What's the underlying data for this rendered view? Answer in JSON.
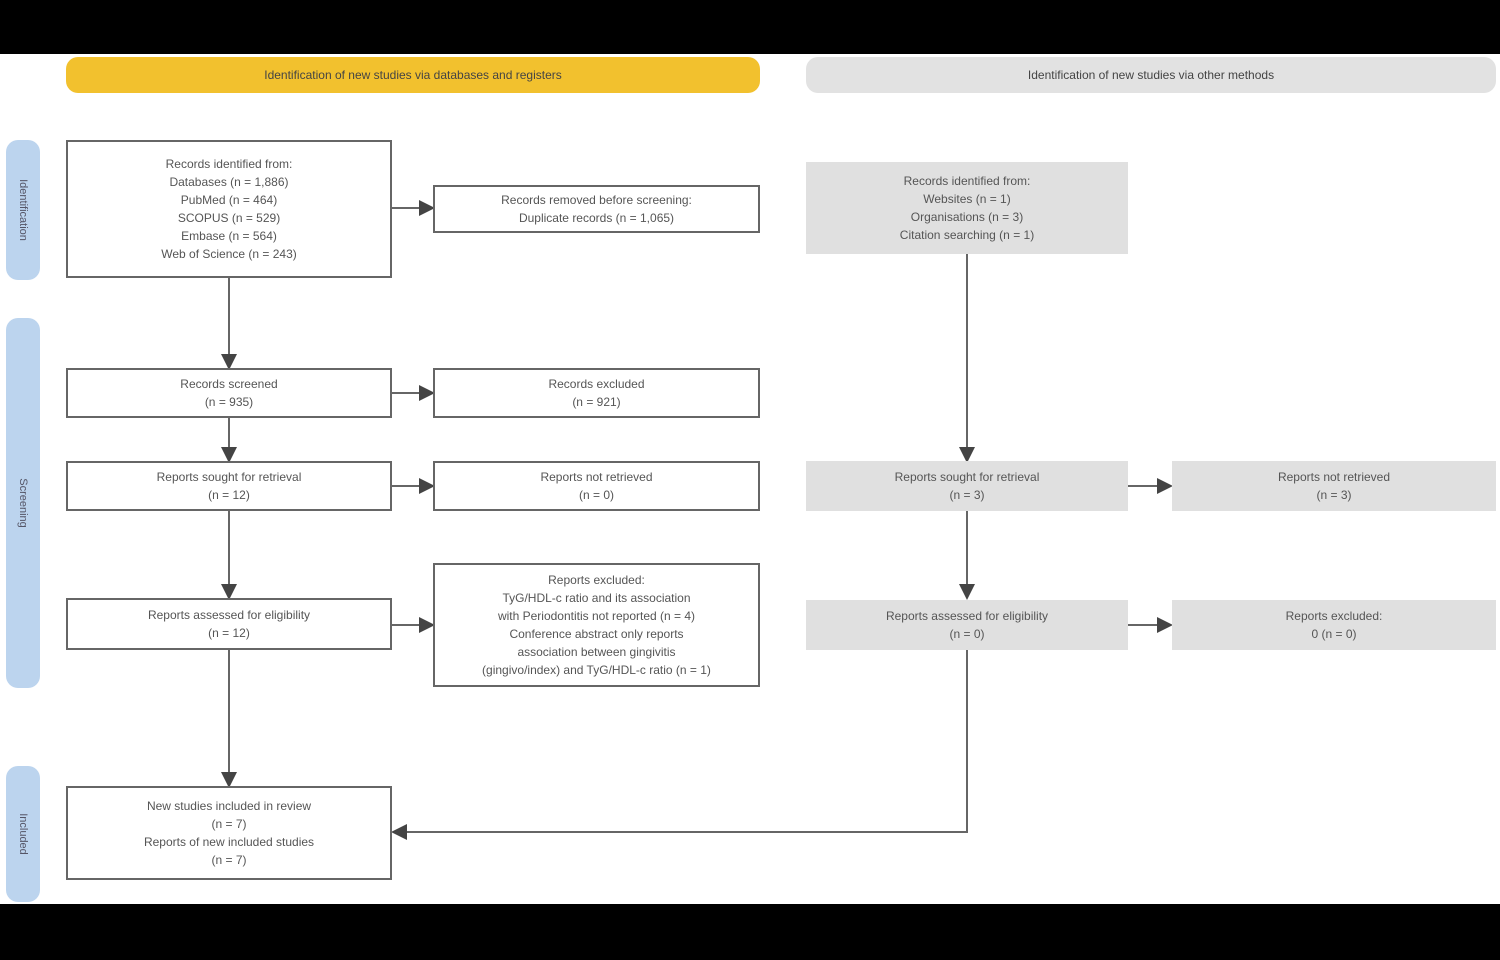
{
  "headers": {
    "databases": "Identification of new studies via databases and registers",
    "other": "Identification of new studies via other methods"
  },
  "stages": {
    "identification": "Identification",
    "screening": "Screening",
    "included": "Included"
  },
  "boxes": {
    "records_identified": [
      "Records identified from:",
      "Databases (n = 1,886)",
      "PubMed (n = 464)",
      "SCOPUS (n = 529)",
      "Embase (n = 564)",
      "Web of Science (n = 243)"
    ],
    "records_removed": [
      "Records removed before screening:",
      "Duplicate records (n = 1,065)"
    ],
    "other_identified": [
      "Records identified from:",
      "Websites (n = 1)",
      "Organisations (n = 3)",
      "Citation searching (n = 1)"
    ],
    "records_screened": [
      "Records screened",
      "(n = 935)"
    ],
    "records_excluded": [
      "Records excluded",
      "(n = 921)"
    ],
    "sought_retrieval": [
      "Reports sought for retrieval",
      "(n = 12)"
    ],
    "not_retrieved": [
      "Reports not retrieved",
      "(n = 0)"
    ],
    "other_sought": [
      "Reports sought for retrieval",
      "(n = 3)"
    ],
    "other_not_retrieved": [
      "Reports not retrieved",
      "(n = 3)"
    ],
    "assessed_eligibility": [
      "Reports assessed for eligibility",
      "(n = 12)"
    ],
    "reports_excluded": [
      "Reports excluded:",
      "TyG/HDL-c ratio and its association",
      "with Periodontitis not reported (n = 4)",
      "Conference abstract only reports",
      "association between gingivitis",
      "(gingivo/index) and TyG/HDL-c ratio (n = 1)"
    ],
    "other_assessed": [
      "Reports assessed for eligibility",
      "(n = 0)"
    ],
    "other_excluded": [
      "Reports excluded:",
      "0 (n = 0)"
    ],
    "included": [
      "New studies included in review",
      "(n = 7)",
      "Reports of new included studies",
      "(n = 7)"
    ]
  }
}
